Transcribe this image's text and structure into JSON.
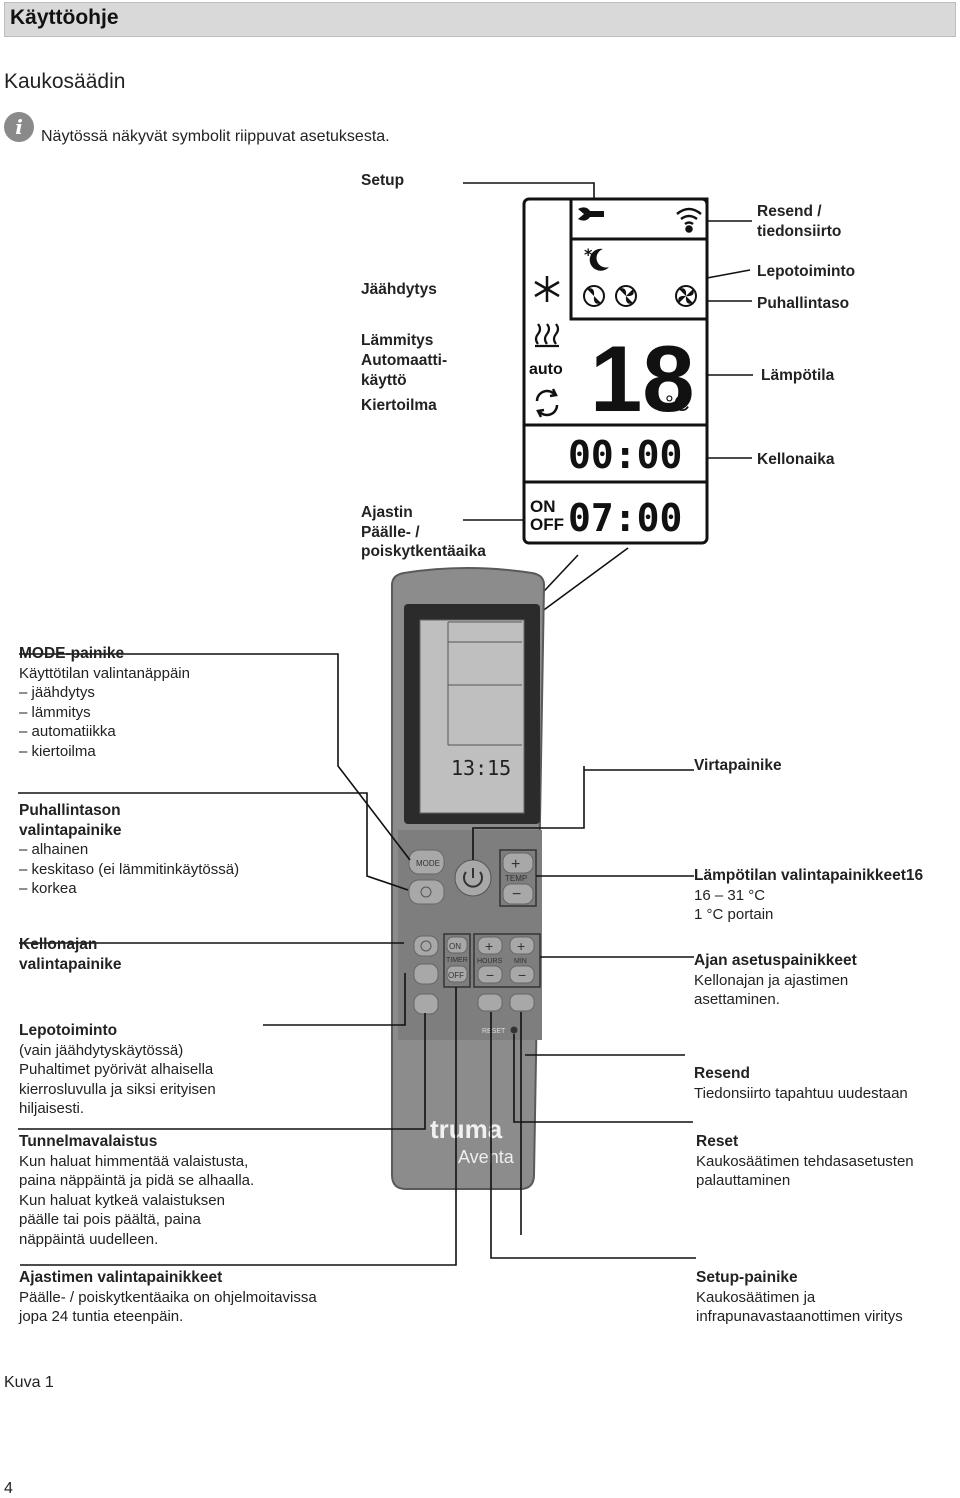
{
  "header": {
    "title": "Käyttöohje"
  },
  "section_title": "Kaukosäädin",
  "note": {
    "icon": "info-icon",
    "text": "Näytössä näkyvät symbolit riippuvat asetuksesta."
  },
  "display_labels": {
    "setup": "Setup",
    "jaahdytys": "Jäähdytys",
    "lammitys": "Lämmitys",
    "automaatti": "Automaatti-\nkäyttö",
    "kiertoilma": "Kiertoilma",
    "ajastin": "Ajastin\nPäälle- /\npoiskytkentäaika",
    "resend": "Resend /\ntiedonsiirto",
    "lepotoiminto": "Lepotoiminto",
    "puhallintaso": "Puhallintaso",
    "lampotila": "Lämpötila",
    "kellonaika": "Kellonaika"
  },
  "display": {
    "auto_text": "auto",
    "temperature": "18",
    "unit": "°C",
    "clock": "00:00",
    "timer_on": "ON",
    "timer_off": "OFF",
    "timer": "07:00"
  },
  "remote": {
    "lcd_time": "13:15",
    "btn_mode": "MODE",
    "btn_on": "ON",
    "btn_timer": "TIMER",
    "btn_off": "OFF",
    "btn_hours": "HOURS",
    "btn_min": "MIN",
    "btn_temp": "TEMP",
    "btn_reset": "RESET",
    "brand": "truma",
    "model": "Aventa"
  },
  "left_callouts": {
    "mode_title": "MODE-painike",
    "mode_desc": "Käyttötilan valintanäppäin\n– jäähdytys\n– lämmitys\n– automatiikka\n– kiertoilma",
    "fan_title": "Puhallintason\nvalintapainike",
    "fan_desc": "– alhainen\n– keskitaso (ei lämmitinkäytössä)\n– korkea",
    "clock_title": "Kellonajan\nvalintapainike",
    "sleep_title": "Lepotoiminto",
    "sleep_desc": "(vain jäähdytyskäytössä)\nPuhaltimet pyörivät alhaisella\nkierrosluvulla ja siksi erityisen\nhiljaisesti.",
    "light_title": "Tunnelmavalaistus",
    "light_desc": "Kun haluat himmentää valaistusta,\npaina näppäintä ja pidä se alhaalla.\nKun haluat kytkeä valaistuksen\npäälle tai pois päältä, paina\nnäppäintä uudelleen.",
    "timer_title": "Ajastimen valintapainikkeet",
    "timer_desc": "Päälle- / poiskytkentäaika on ohjelmoitavissa\njopa 24 tuntia eteenpäin."
  },
  "right_callouts": {
    "power_title": "Virtapainike",
    "temp_title": "Lämpötilan valintapainikkeet16",
    "temp_desc": "16 – 31 °C\n1 °C portain",
    "time_title": "Ajan asetuspainikkeet",
    "time_desc": "Kellonajan ja ajastimen\nasettaminen.",
    "resend_title": "Resend",
    "resend_desc": "Tiedonsiirto tapahtuu uudestaan",
    "reset_title": "Reset",
    "reset_desc": "Kaukosäätimen tehdasasetusten\npalauttaminen",
    "setup_title": "Setup-painike",
    "setup_desc": "Kaukosäätimen ja\ninfrapunavastaanottimen viritys"
  },
  "caption": "Kuva 1",
  "page_number": "4"
}
